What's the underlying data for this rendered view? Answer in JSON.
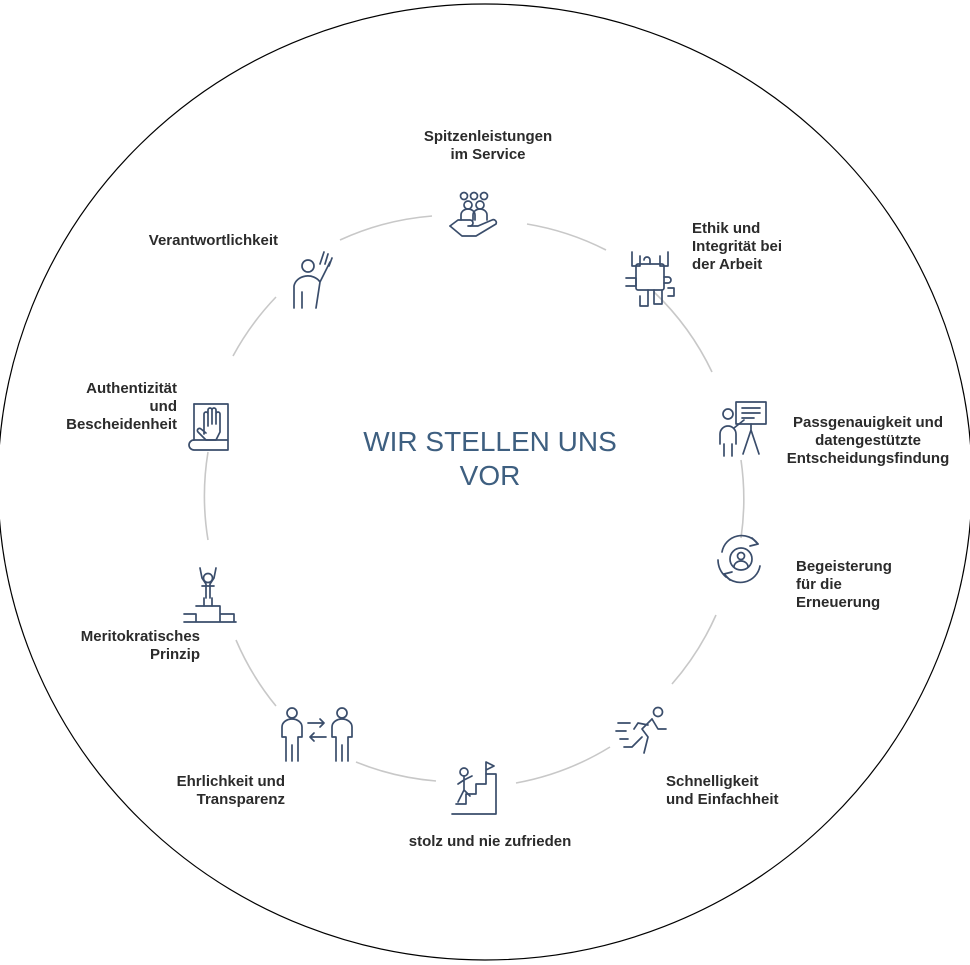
{
  "center_title": "WIR STELLEN UNS\nVOR",
  "values": [
    {
      "label": "Spitzenleistungen\nim Service",
      "icon": "hand-holding-people-icon"
    },
    {
      "label": "Ethik und\nIntegrität bei\nder Arbeit",
      "icon": "puzzle-hands-icon"
    },
    {
      "label": "Passgenauigkeit und\ndatengestützte\nEntscheidungsfindung",
      "icon": "presentation-board-icon"
    },
    {
      "label": "Begeisterung\nfür die\nErneuerung",
      "icon": "person-refresh-cycle-icon"
    },
    {
      "label": "Schnelligkeit\nund Einfachheit",
      "icon": "running-person-icon"
    },
    {
      "label": "stolz und nie zufrieden",
      "icon": "climbing-steps-flag-icon"
    },
    {
      "label": "Ehrlichkeit und\nTransparenz",
      "icon": "two-people-exchange-icon"
    },
    {
      "label": "Meritokratisches\nPrinzip",
      "icon": "person-on-podium-icon"
    },
    {
      "label": "Authentizität\nund\nBescheidenheit",
      "icon": "hand-on-book-icon"
    },
    {
      "label": "Verantwortlichkeit",
      "icon": "raised-hand-person-icon"
    }
  ],
  "colors": {
    "icon": "#3a4d6b",
    "title": "#3e5f80",
    "ring": "#c8c8c8",
    "outline": "#000000"
  }
}
